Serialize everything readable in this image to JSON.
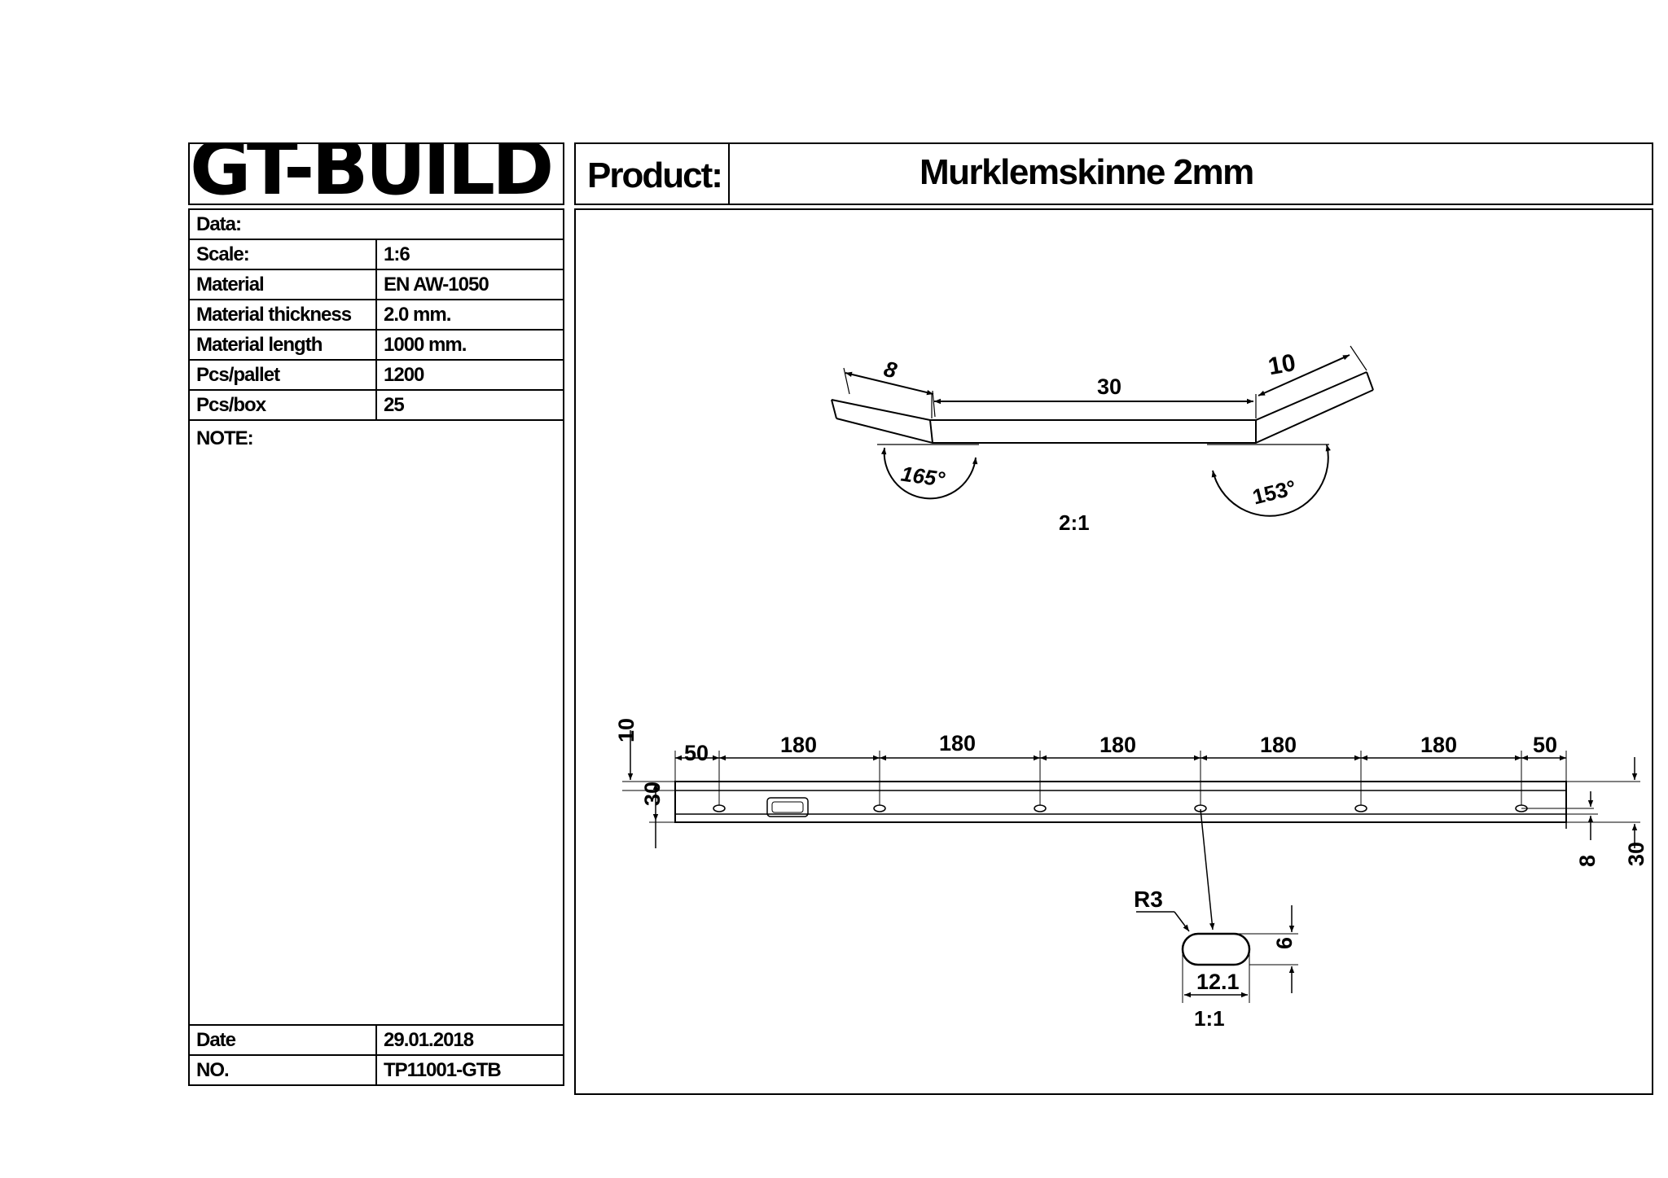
{
  "logo": {
    "text": "GT-BUILD"
  },
  "product": {
    "label": "Product:",
    "name": "Murklemskinne 2mm"
  },
  "info": {
    "data_label": "Data:",
    "rows": [
      {
        "key": "Scale:",
        "value": "1:6"
      },
      {
        "key": "Material",
        "value": "EN AW-1050"
      },
      {
        "key": "Material thickness",
        "value": "2.0 mm."
      },
      {
        "key": "Material length",
        "value": "1000 mm."
      },
      {
        "key": "Pcs/pallet",
        "value": "1200"
      },
      {
        "key": "Pcs/box",
        "value": "25"
      }
    ],
    "note_label": "NOTE:",
    "date_label": "Date",
    "date_value": "29.01.2018",
    "no_label": "NO.",
    "no_value": "TP11001-GTB"
  },
  "profile": {
    "dims": [
      "8",
      "30",
      "10"
    ],
    "angle_left": "165°",
    "angle_right": "153°",
    "scale": "2:1"
  },
  "rail": {
    "dims_top": [
      "50",
      "180",
      "180",
      "180",
      "180",
      "180",
      "50"
    ],
    "dim_left_top": "10",
    "dim_left_side": "30",
    "dim_right_small": "8",
    "dim_right_big": "30"
  },
  "slot": {
    "radius": "R3",
    "width": "12.1",
    "height": "6",
    "scale": "1:1"
  }
}
